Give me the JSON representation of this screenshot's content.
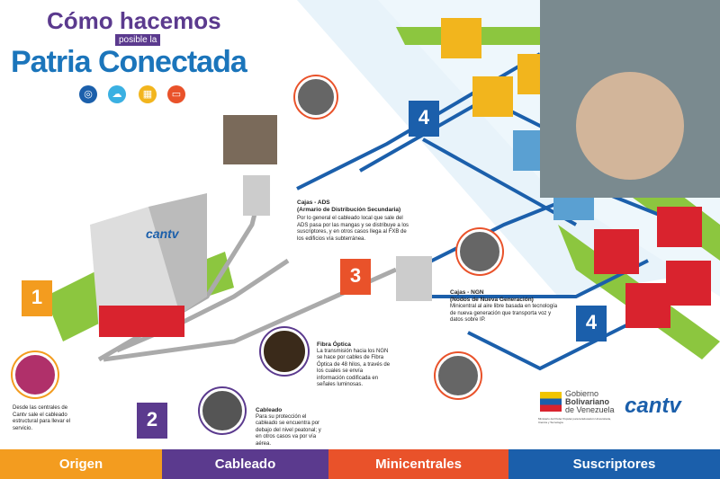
{
  "header": {
    "line1": "Cómo hacemos",
    "line2": "posible la",
    "line3": "Patria Conectada",
    "icons": [
      "globe-icon",
      "cloud-icon",
      "calculator-icon",
      "tv-icon"
    ]
  },
  "steps": [
    {
      "number": "1",
      "text": "Desde las centrales de Cantv sale el cableado estructural para llevar el servicio."
    },
    {
      "number": "2",
      "title": "Cableado",
      "text": "Para su protección el cableado se encuentra por debajo del nivel peatonal; y en otros casos va por vía aérea."
    },
    {
      "number": "3",
      "title": "Fibra Óptica",
      "text": "La transmisión hacia los NGN se hace por cables de Fibra Óptica de 48 hilos, a través de los cuales se envía información codificada en señales luminosas."
    },
    {
      "number": "4",
      "title": "Cajas - ADS",
      "subtitle": "(Armario de Distribución Secundaria)",
      "text": "Por lo general el cableado local que sale del ADS pasa por las mangas y se distribuye a los suscriptores, y en otros casos llega al FXB de los edificios vía subterránea."
    },
    {
      "number": "4",
      "title": "Cajas - NGN",
      "subtitle": "(Nodos de Nueva Generación)",
      "text": "Minicentral al aire libre basada en tecnología de nueva generación que transporta voz y datos sobre IP."
    }
  ],
  "building_logo": "cantv",
  "logos": {
    "gov_line1": "Gobierno",
    "gov_line2": "Bolivariano",
    "gov_line3": "de Venezuela",
    "ministry": "Ministerio del Poder Popular para la Educación Universitaria, Ciencia y Tecnología",
    "cantv": "cantv"
  },
  "footer": [
    {
      "label": "Origen",
      "color": "#f39c1f"
    },
    {
      "label": "Cableado",
      "color": "#5b3a8e"
    },
    {
      "label": "Minicentrales",
      "color": "#e9522a"
    },
    {
      "label": "Suscriptores",
      "color": "#1b5fab"
    }
  ]
}
